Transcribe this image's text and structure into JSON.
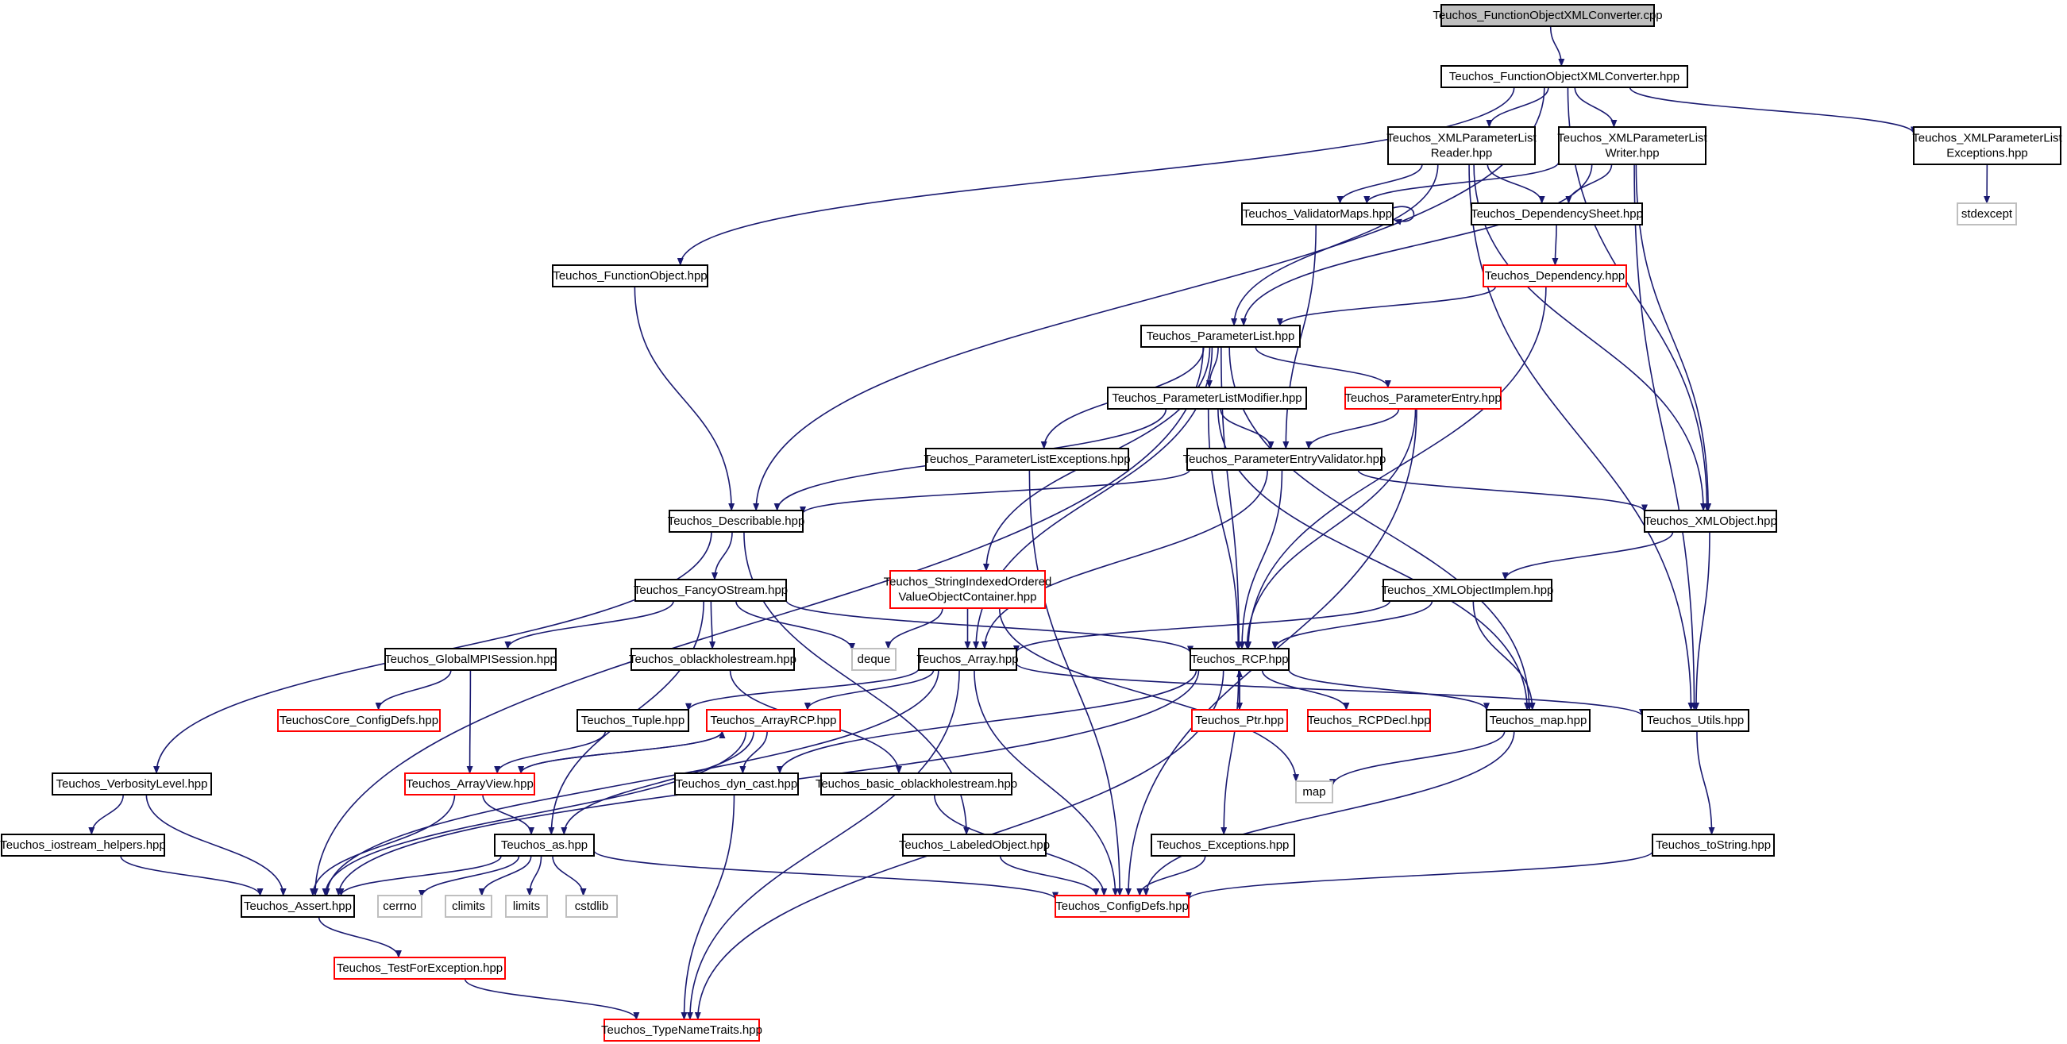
{
  "styles": {
    "edge": "#191970",
    "normal": {
      "fill": "#ffffff",
      "stroke": "#000000"
    },
    "truncated": {
      "fill": "#ffffff",
      "stroke": "#ff0000"
    },
    "external": {
      "fill": "#ffffff",
      "stroke": "#bfbfbf"
    },
    "root": {
      "fill": "#bfbfbf",
      "stroke": "#000000"
    }
  },
  "nodes": [
    {
      "id": "root",
      "kind": "root",
      "lines": [
        "Teuchos_FunctionObjectXMLConverter.cpp"
      ]
    },
    {
      "id": "foxh",
      "kind": "normal",
      "lines": [
        "Teuchos_FunctionObjectXMLConverter.hpp"
      ]
    },
    {
      "id": "xplr",
      "kind": "normal",
      "lines": [
        "Teuchos_XMLParameterList",
        "Reader.hpp"
      ]
    },
    {
      "id": "xplw",
      "kind": "normal",
      "lines": [
        "Teuchos_XMLParameterList",
        "Writer.hpp"
      ]
    },
    {
      "id": "xple",
      "kind": "normal",
      "lines": [
        "Teuchos_XMLParameterList",
        "Exceptions.hpp"
      ]
    },
    {
      "id": "stdexcept",
      "kind": "external",
      "lines": [
        "stdexcept"
      ]
    },
    {
      "id": "vmaps",
      "kind": "normal",
      "lines": [
        "Teuchos_ValidatorMaps.hpp"
      ]
    },
    {
      "id": "depsheet",
      "kind": "normal",
      "lines": [
        "Teuchos_DependencySheet.hpp"
      ]
    },
    {
      "id": "dep",
      "kind": "truncated",
      "lines": [
        "Teuchos_Dependency.hpp"
      ]
    },
    {
      "id": "funcobj",
      "kind": "normal",
      "lines": [
        "Teuchos_FunctionObject.hpp"
      ]
    },
    {
      "id": "plist",
      "kind": "normal",
      "lines": [
        "Teuchos_ParameterList.hpp"
      ]
    },
    {
      "id": "plmod",
      "kind": "normal",
      "lines": [
        "Teuchos_ParameterListModifier.hpp"
      ]
    },
    {
      "id": "pentry",
      "kind": "truncated",
      "lines": [
        "Teuchos_ParameterEntry.hpp"
      ]
    },
    {
      "id": "plexc",
      "kind": "normal",
      "lines": [
        "Teuchos_ParameterListExceptions.hpp"
      ]
    },
    {
      "id": "pev",
      "kind": "normal",
      "lines": [
        "Teuchos_ParameterEntryValidator.hpp"
      ]
    },
    {
      "id": "descr",
      "kind": "normal",
      "lines": [
        "Teuchos_Describable.hpp"
      ]
    },
    {
      "id": "xmlobj",
      "kind": "normal",
      "lines": [
        "Teuchos_XMLObject.hpp"
      ]
    },
    {
      "id": "sioc",
      "kind": "truncated",
      "lines": [
        "Teuchos_StringIndexedOrdered",
        "ValueObjectContainer.hpp"
      ]
    },
    {
      "id": "fos",
      "kind": "normal",
      "lines": [
        "Teuchos_FancyOStream.hpp"
      ]
    },
    {
      "id": "xmlimpl",
      "kind": "normal",
      "lines": [
        "Teuchos_XMLObjectImplem.hpp"
      ]
    },
    {
      "id": "deque",
      "kind": "external",
      "lines": [
        "deque"
      ]
    },
    {
      "id": "gmpi",
      "kind": "normal",
      "lines": [
        "Teuchos_GlobalMPISession.hpp"
      ]
    },
    {
      "id": "obh",
      "kind": "normal",
      "lines": [
        "Teuchos_oblackholestream.hpp"
      ]
    },
    {
      "id": "array",
      "kind": "normal",
      "lines": [
        "Teuchos_Array.hpp"
      ]
    },
    {
      "id": "rcp",
      "kind": "normal",
      "lines": [
        "Teuchos_RCP.hpp"
      ]
    },
    {
      "id": "ccdefs",
      "kind": "truncated",
      "lines": [
        "TeuchosCore_ConfigDefs.hpp"
      ]
    },
    {
      "id": "tuple",
      "kind": "normal",
      "lines": [
        "Teuchos_Tuple.hpp"
      ]
    },
    {
      "id": "arcp",
      "kind": "truncated",
      "lines": [
        "Teuchos_ArrayRCP.hpp"
      ]
    },
    {
      "id": "ptr",
      "kind": "truncated",
      "lines": [
        "Teuchos_Ptr.hpp"
      ]
    },
    {
      "id": "rcpdecl",
      "kind": "truncated",
      "lines": [
        "Teuchos_RCPDecl.hpp"
      ]
    },
    {
      "id": "tmap",
      "kind": "normal",
      "lines": [
        "Teuchos_map.hpp"
      ]
    },
    {
      "id": "utils",
      "kind": "normal",
      "lines": [
        "Teuchos_Utils.hpp"
      ]
    },
    {
      "id": "verb",
      "kind": "normal",
      "lines": [
        "Teuchos_VerbosityLevel.hpp"
      ]
    },
    {
      "id": "aview",
      "kind": "truncated",
      "lines": [
        "Teuchos_ArrayView.hpp"
      ]
    },
    {
      "id": "dyncast",
      "kind": "normal",
      "lines": [
        "Teuchos_dyn_cast.hpp"
      ]
    },
    {
      "id": "bobh",
      "kind": "normal",
      "lines": [
        "Teuchos_basic_oblackholestream.hpp"
      ]
    },
    {
      "id": "map",
      "kind": "external",
      "lines": [
        "map"
      ]
    },
    {
      "id": "ioh",
      "kind": "normal",
      "lines": [
        "Teuchos_iostream_helpers.hpp"
      ]
    },
    {
      "id": "as",
      "kind": "normal",
      "lines": [
        "Teuchos_as.hpp"
      ]
    },
    {
      "id": "labeled",
      "kind": "normal",
      "lines": [
        "Teuchos_LabeledObject.hpp"
      ]
    },
    {
      "id": "exc",
      "kind": "normal",
      "lines": [
        "Teuchos_Exceptions.hpp"
      ]
    },
    {
      "id": "tostr",
      "kind": "normal",
      "lines": [
        "Teuchos_toString.hpp"
      ]
    },
    {
      "id": "assert",
      "kind": "normal",
      "lines": [
        "Teuchos_Assert.hpp"
      ]
    },
    {
      "id": "cerrno",
      "kind": "external",
      "lines": [
        "cerrno"
      ]
    },
    {
      "id": "climits",
      "kind": "external",
      "lines": [
        "climits"
      ]
    },
    {
      "id": "limits",
      "kind": "external",
      "lines": [
        "limits"
      ]
    },
    {
      "id": "cstdlib",
      "kind": "external",
      "lines": [
        "cstdlib"
      ]
    },
    {
      "id": "cfgdefs",
      "kind": "truncated",
      "lines": [
        "Teuchos_ConfigDefs.hpp"
      ]
    },
    {
      "id": "tfe",
      "kind": "truncated",
      "lines": [
        "Teuchos_TestForException.hpp"
      ]
    },
    {
      "id": "tnt",
      "kind": "truncated",
      "lines": [
        "Teuchos_TypeNameTraits.hpp"
      ]
    }
  ],
  "edges": [
    [
      "root",
      "foxh"
    ],
    [
      "foxh",
      "xplr"
    ],
    [
      "foxh",
      "xplw"
    ],
    [
      "foxh",
      "xple"
    ],
    [
      "foxh",
      "funcobj"
    ],
    [
      "foxh",
      "descr"
    ],
    [
      "foxh",
      "xmlobj"
    ],
    [
      "xple",
      "stdexcept"
    ],
    [
      "xplr",
      "vmaps"
    ],
    [
      "xplr",
      "depsheet"
    ],
    [
      "xplr",
      "plist"
    ],
    [
      "xplr",
      "xmlobj"
    ],
    [
      "xplr",
      "utils"
    ],
    [
      "xplw",
      "vmaps"
    ],
    [
      "xplw",
      "depsheet"
    ],
    [
      "xplw",
      "plist"
    ],
    [
      "xplw",
      "xmlobj"
    ],
    [
      "xplw",
      "utils"
    ],
    [
      "vmaps",
      "vmaps"
    ],
    [
      "vmaps",
      "pev"
    ],
    [
      "depsheet",
      "dep"
    ],
    [
      "dep",
      "plist"
    ],
    [
      "dep",
      "rcp"
    ],
    [
      "funcobj",
      "descr"
    ],
    [
      "plist",
      "plmod"
    ],
    [
      "plist",
      "pentry"
    ],
    [
      "plist",
      "plexc"
    ],
    [
      "plist",
      "sioc"
    ],
    [
      "plist",
      "array"
    ],
    [
      "plist",
      "rcp"
    ],
    [
      "plist",
      "tmap"
    ],
    [
      "plist",
      "assert"
    ],
    [
      "plmod",
      "pev"
    ],
    [
      "plmod",
      "descr"
    ],
    [
      "plmod",
      "rcp"
    ],
    [
      "plmod",
      "tmap"
    ],
    [
      "pentry",
      "pev"
    ],
    [
      "pentry",
      "rcp"
    ],
    [
      "pentry",
      "cfgdefs"
    ],
    [
      "plexc",
      "cfgdefs"
    ],
    [
      "pev",
      "descr"
    ],
    [
      "pev",
      "xmlobj"
    ],
    [
      "pev",
      "rcp"
    ],
    [
      "pev",
      "array"
    ],
    [
      "descr",
      "fos"
    ],
    [
      "descr",
      "verb"
    ],
    [
      "descr",
      "labeled"
    ],
    [
      "xmlobj",
      "xmlimpl"
    ],
    [
      "xmlobj",
      "utils"
    ],
    [
      "sioc",
      "array"
    ],
    [
      "sioc",
      "deque"
    ],
    [
      "sioc",
      "map"
    ],
    [
      "fos",
      "gmpi"
    ],
    [
      "fos",
      "obh"
    ],
    [
      "fos",
      "rcp"
    ],
    [
      "fos",
      "deque"
    ],
    [
      "fos",
      "as"
    ],
    [
      "xmlimpl",
      "array"
    ],
    [
      "xmlimpl",
      "rcp"
    ],
    [
      "xmlimpl",
      "tmap"
    ],
    [
      "gmpi",
      "ccdefs"
    ],
    [
      "gmpi",
      "aview"
    ],
    [
      "obh",
      "bobh"
    ],
    [
      "array",
      "tuple"
    ],
    [
      "array",
      "arcp"
    ],
    [
      "array",
      "assert"
    ],
    [
      "array",
      "utils"
    ],
    [
      "array",
      "cfgdefs"
    ],
    [
      "array",
      "tnt"
    ],
    [
      "rcp",
      "ptr"
    ],
    [
      "rcp",
      "rcpdecl"
    ],
    [
      "rcp",
      "tmap"
    ],
    [
      "rcp",
      "dyncast"
    ],
    [
      "rcp",
      "exc"
    ],
    [
      "rcp",
      "assert"
    ],
    [
      "rcp",
      "tnt"
    ],
    [
      "ptr",
      "rcp"
    ],
    [
      "tuple",
      "aview"
    ],
    [
      "arcp",
      "aview"
    ],
    [
      "arcp",
      "dyncast"
    ],
    [
      "arcp",
      "as"
    ],
    [
      "arcp",
      "assert"
    ],
    [
      "aview",
      "arcp"
    ],
    [
      "aview",
      "as"
    ],
    [
      "aview",
      "assert"
    ],
    [
      "tmap",
      "map"
    ],
    [
      "tmap",
      "cfgdefs"
    ],
    [
      "utils",
      "tostr"
    ],
    [
      "verb",
      "ioh"
    ],
    [
      "verb",
      "assert"
    ],
    [
      "dyncast",
      "tnt"
    ],
    [
      "bobh",
      "cfgdefs"
    ],
    [
      "ioh",
      "assert"
    ],
    [
      "as",
      "assert"
    ],
    [
      "as",
      "cerrno"
    ],
    [
      "as",
      "climits"
    ],
    [
      "as",
      "limits"
    ],
    [
      "as",
      "cstdlib"
    ],
    [
      "as",
      "cfgdefs"
    ],
    [
      "labeled",
      "cfgdefs"
    ],
    [
      "exc",
      "cfgdefs"
    ],
    [
      "tostr",
      "cfgdefs"
    ],
    [
      "assert",
      "tfe"
    ],
    [
      "tfe",
      "tnt"
    ]
  ]
}
